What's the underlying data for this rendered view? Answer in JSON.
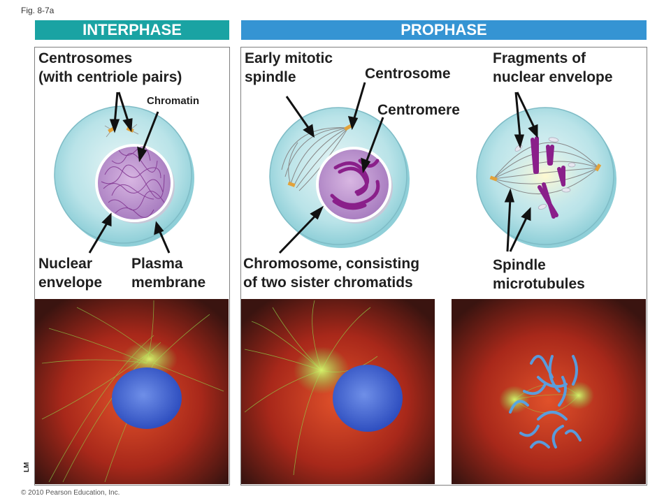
{
  "figure_label": "Fig. 8-7a",
  "headers": {
    "interphase": "INTERPHASE",
    "prophase": "PROPHASE"
  },
  "labels": {
    "centrosomes": "Centrosomes\n(with centriole pairs)",
    "chromatin": "Chromatin",
    "nuclear_envelope": "Nuclear\nenvelope",
    "plasma_membrane": "Plasma\nmembrane",
    "early_spindle": "Early mitotic\nspindle",
    "centrosome": "Centrosome",
    "centromere": "Centromere",
    "chromosome": "Chromosome, consisting\nof two sister chromatids",
    "fragments": "Fragments of\nnuclear envelope",
    "spindle_microtubules": "Spindle\nmicrotubules"
  },
  "micrograph_tag": "LM",
  "copyright": "© 2010 Pearson Education, Inc.",
  "colors": {
    "interphase_header": "#1aa3a3",
    "prophase_header": "#3594d3",
    "cell_cytoplasm": "#b9e3e8",
    "nucleus": "#c9a0d6",
    "chromosome": "#8a1f8a",
    "micrograph_red": "#c2341e",
    "micrograph_blue": "#3f6bd8",
    "micrograph_green": "#7fcf4a"
  }
}
